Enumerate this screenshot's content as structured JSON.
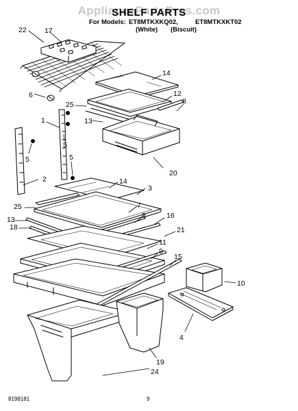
{
  "watermark": "AppliancePartsPros.com",
  "title": "SHELF PARTS",
  "models": {
    "prefix": "For Models:",
    "model_1": "ET8MTKXKQ02,",
    "model_2": "ET8MTKXKT02",
    "variant_1": "(White)",
    "variant_2": "(Biscuit)"
  },
  "callouts": {
    "c22": "22",
    "c17": "17",
    "c6": "6",
    "c14a": "14",
    "c12": "12",
    "c25a": "25",
    "c8a": "8",
    "c13a": "13",
    "c1": "1",
    "c5a": "5",
    "c5b": "5",
    "c5c": "5",
    "c20": "20",
    "c2": "2",
    "c14b": "14",
    "c3": "3",
    "c25b": "25",
    "c7": "7",
    "c8b": "8",
    "c16": "16",
    "c13b": "13",
    "c18": "18",
    "c21": "21",
    "c11": "11",
    "c9": "9",
    "c15": "15",
    "c10": "10",
    "c4": "4",
    "c19": "19",
    "c24": "24"
  },
  "footer": {
    "code": "8198181",
    "page": "9"
  }
}
